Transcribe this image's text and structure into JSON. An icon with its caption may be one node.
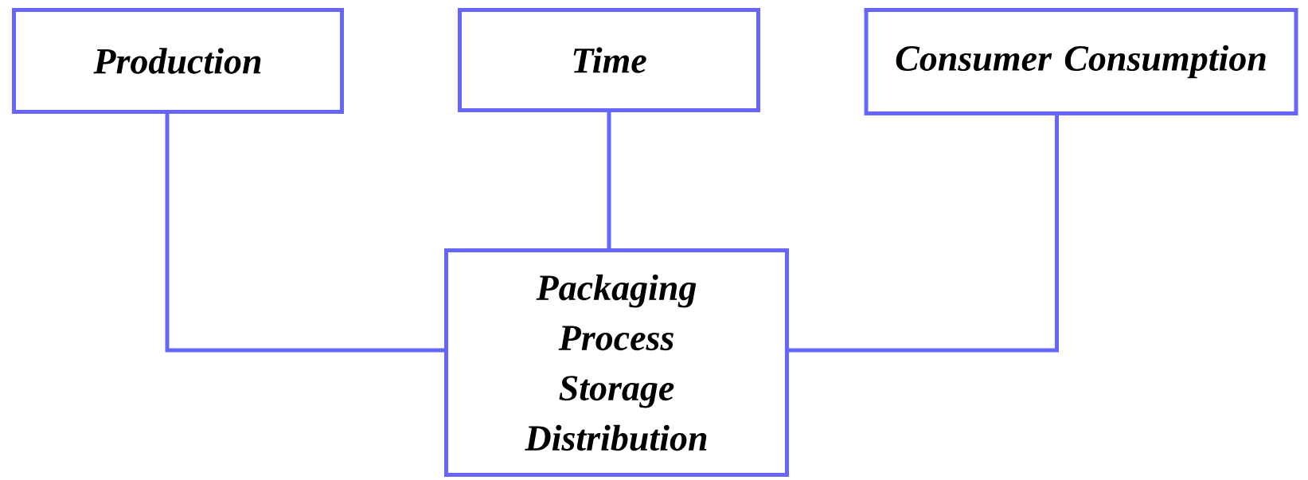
{
  "diagram": {
    "nodes": [
      {
        "text": [
          "Production"
        ]
      },
      {
        "text": [
          "Time"
        ]
      },
      {
        "text": [
          "Consumer Consumption"
        ]
      },
      {
        "text": [
          "Packaging Process Storage Distribution"
        ]
      }
    ],
    "edges": [
      {
        "from": 0,
        "to": 3,
        "arrow": "none"
      },
      {
        "from": 1,
        "to": 3,
        "arrow": "none"
      },
      {
        "from": 2,
        "to": 3,
        "arrow": "none"
      }
    ]
  }
}
